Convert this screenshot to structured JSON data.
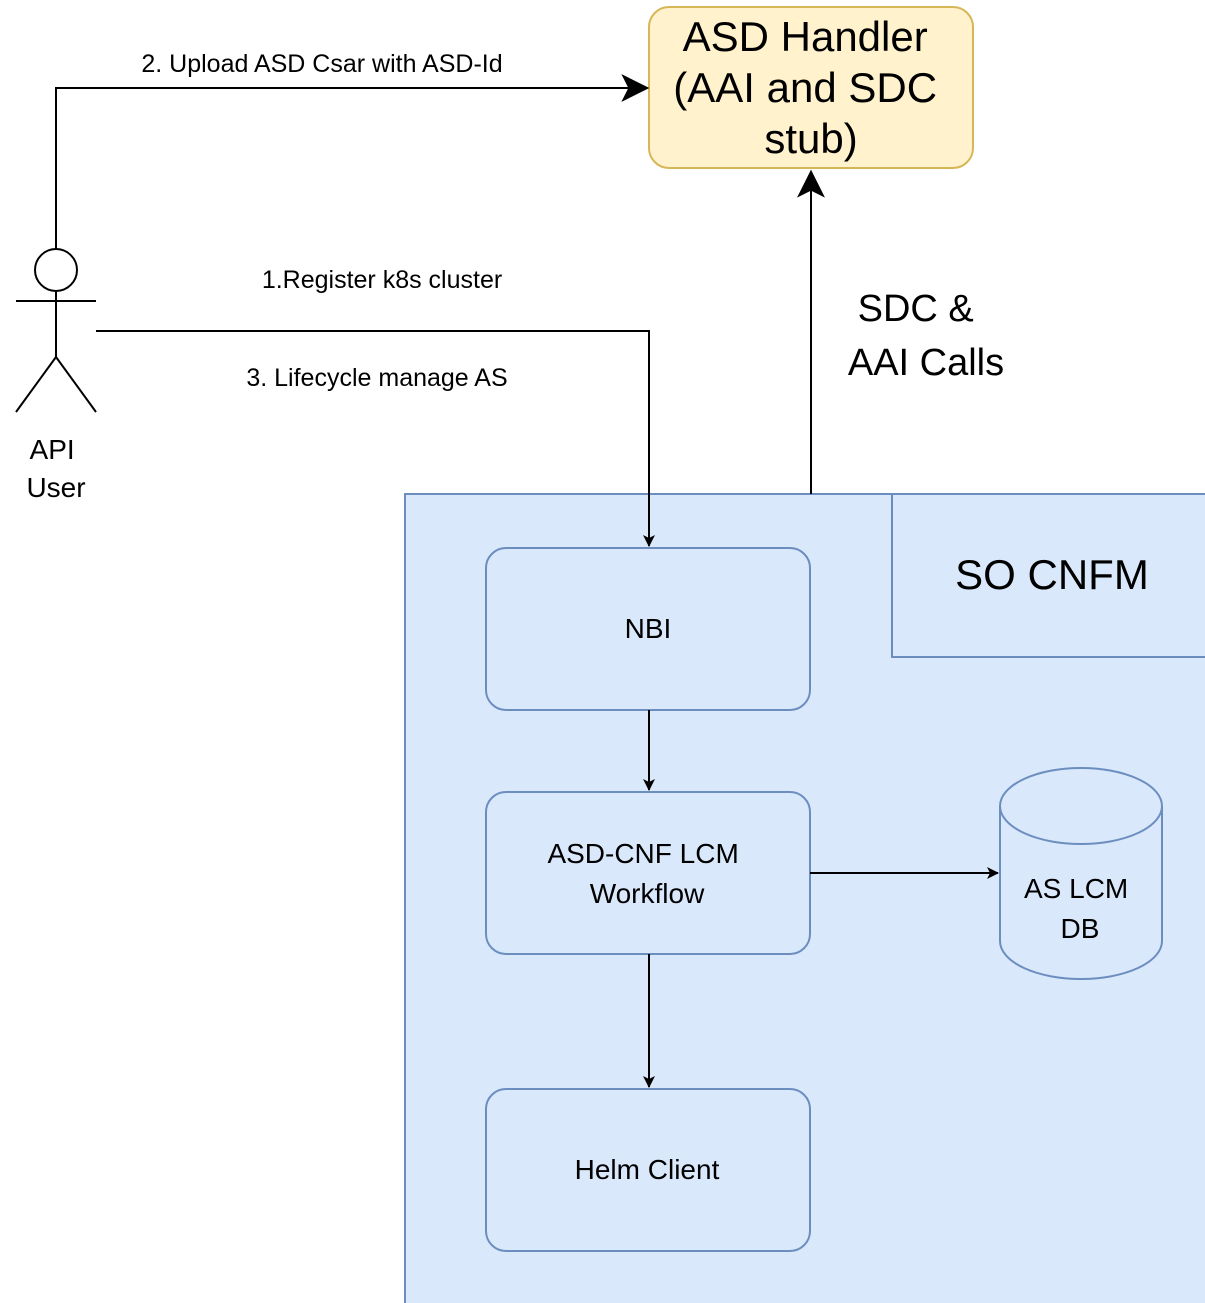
{
  "colors": {
    "container_fill": "#dae8fc",
    "container_stroke": "#6c8ebf",
    "handler_fill": "#fff2cc",
    "handler_stroke": "#d6b656",
    "line": "#000000"
  },
  "asd_handler": {
    "lines": [
      "ASD Handler",
      "(AAI and SDC",
      "stub)"
    ]
  },
  "api_user": {
    "lines": [
      "API",
      "User"
    ],
    "icon": "actor-stick-figure"
  },
  "so_cnfm": {
    "label": "SO CNFM"
  },
  "components": {
    "nbi": "NBI",
    "workflow_lines": [
      "ASD-CNF LCM",
      "Workflow"
    ],
    "helm_client": "Helm Client",
    "db_lines": [
      "AS LCM",
      "DB"
    ]
  },
  "edge_labels": {
    "register": "1.Register k8s cluster",
    "upload": "2. Upload ASD Csar with ASD-Id",
    "lifecycle": "3. Lifecycle manage AS",
    "sdc_aai_lines": [
      "SDC &",
      "AAI Calls"
    ]
  }
}
